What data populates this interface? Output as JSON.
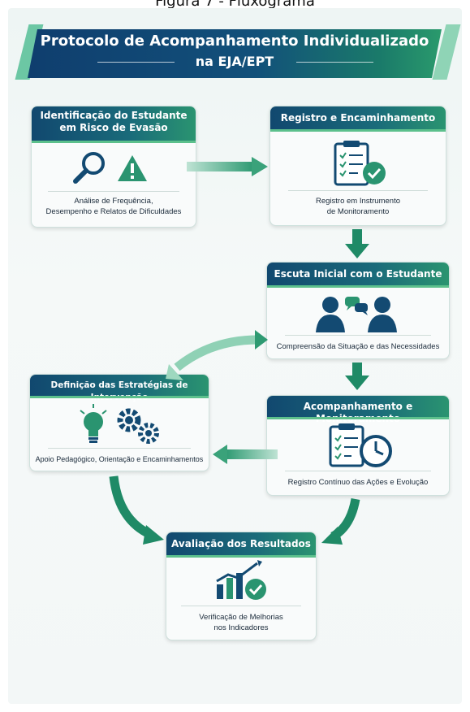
{
  "figure_caption": "Figura 7 - Fluxograma",
  "title": {
    "line1": "Protocolo de Acompanhamento Individualizado",
    "line2": "na EJA/EPT"
  },
  "steps": [
    {
      "title_line1": "Identificação do Estudante",
      "title_line2": "em Risco de Evasão",
      "text_line1": "Análise de Frequência,",
      "text_line2": "Desempenho e Relatos de Dificuldades",
      "icons": [
        "magnifier-icon",
        "warning-icon"
      ]
    },
    {
      "title_line1": "Registro e Encaminhamento",
      "text_line1": "Registro em Instrumento",
      "text_line2": "de Monitoramento",
      "icons": [
        "clipboard-check-icon"
      ]
    },
    {
      "title_line1": "Escuta Inicial com o Estudante",
      "text_line1": "Compreensão da Situação e das Necessidades",
      "icons": [
        "conversation-icon"
      ]
    },
    {
      "title_line1": "Acompanhamento e Monitoramento",
      "text_line1": "Registro Contínuo das Ações e Evolução",
      "icons": [
        "clipboard-clock-icon"
      ]
    },
    {
      "title_line1": "Definição das Estratégias de Intervenção",
      "text_line1": "Apoio Pedagógico, Orientação e Encaminhamentos",
      "icons": [
        "lightbulb-icon",
        "gears-icon"
      ]
    },
    {
      "title_line1": "Avaliação dos Resultados",
      "text_line1": "Verificação de Melhorias",
      "text_line2": "nos Indicadores",
      "icons": [
        "growth-chart-icon"
      ]
    }
  ],
  "colors": {
    "navy": "#11486f",
    "teal": "#1a6b7a",
    "green": "#2a9470",
    "arrow": "#1f8a66"
  }
}
